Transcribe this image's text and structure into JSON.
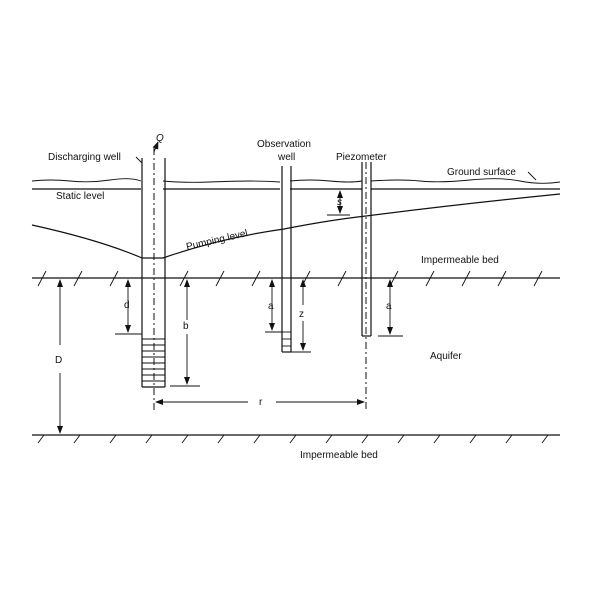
{
  "labels": {
    "discharge": "Q",
    "discharging_well": "Discharging well",
    "observation_well_line1": "Observation",
    "observation_well_line2": "well",
    "piezometer": "Piezometer",
    "ground_surface": "Ground surface",
    "static_level": "Static level",
    "pumping_level": "Pumping level",
    "impermeable_bed_top": "Impermeable bed",
    "impermeable_bed_bottom": "Impermeable bed",
    "aquifer": "Aquifer",
    "drawdown": "s",
    "aquifer_thickness": "D",
    "well_casing_depth": "d",
    "well_depth": "b",
    "obs_casing_depth": "a",
    "obs_depth": "z",
    "piezometer_depth": "a",
    "radial_distance": "r"
  }
}
